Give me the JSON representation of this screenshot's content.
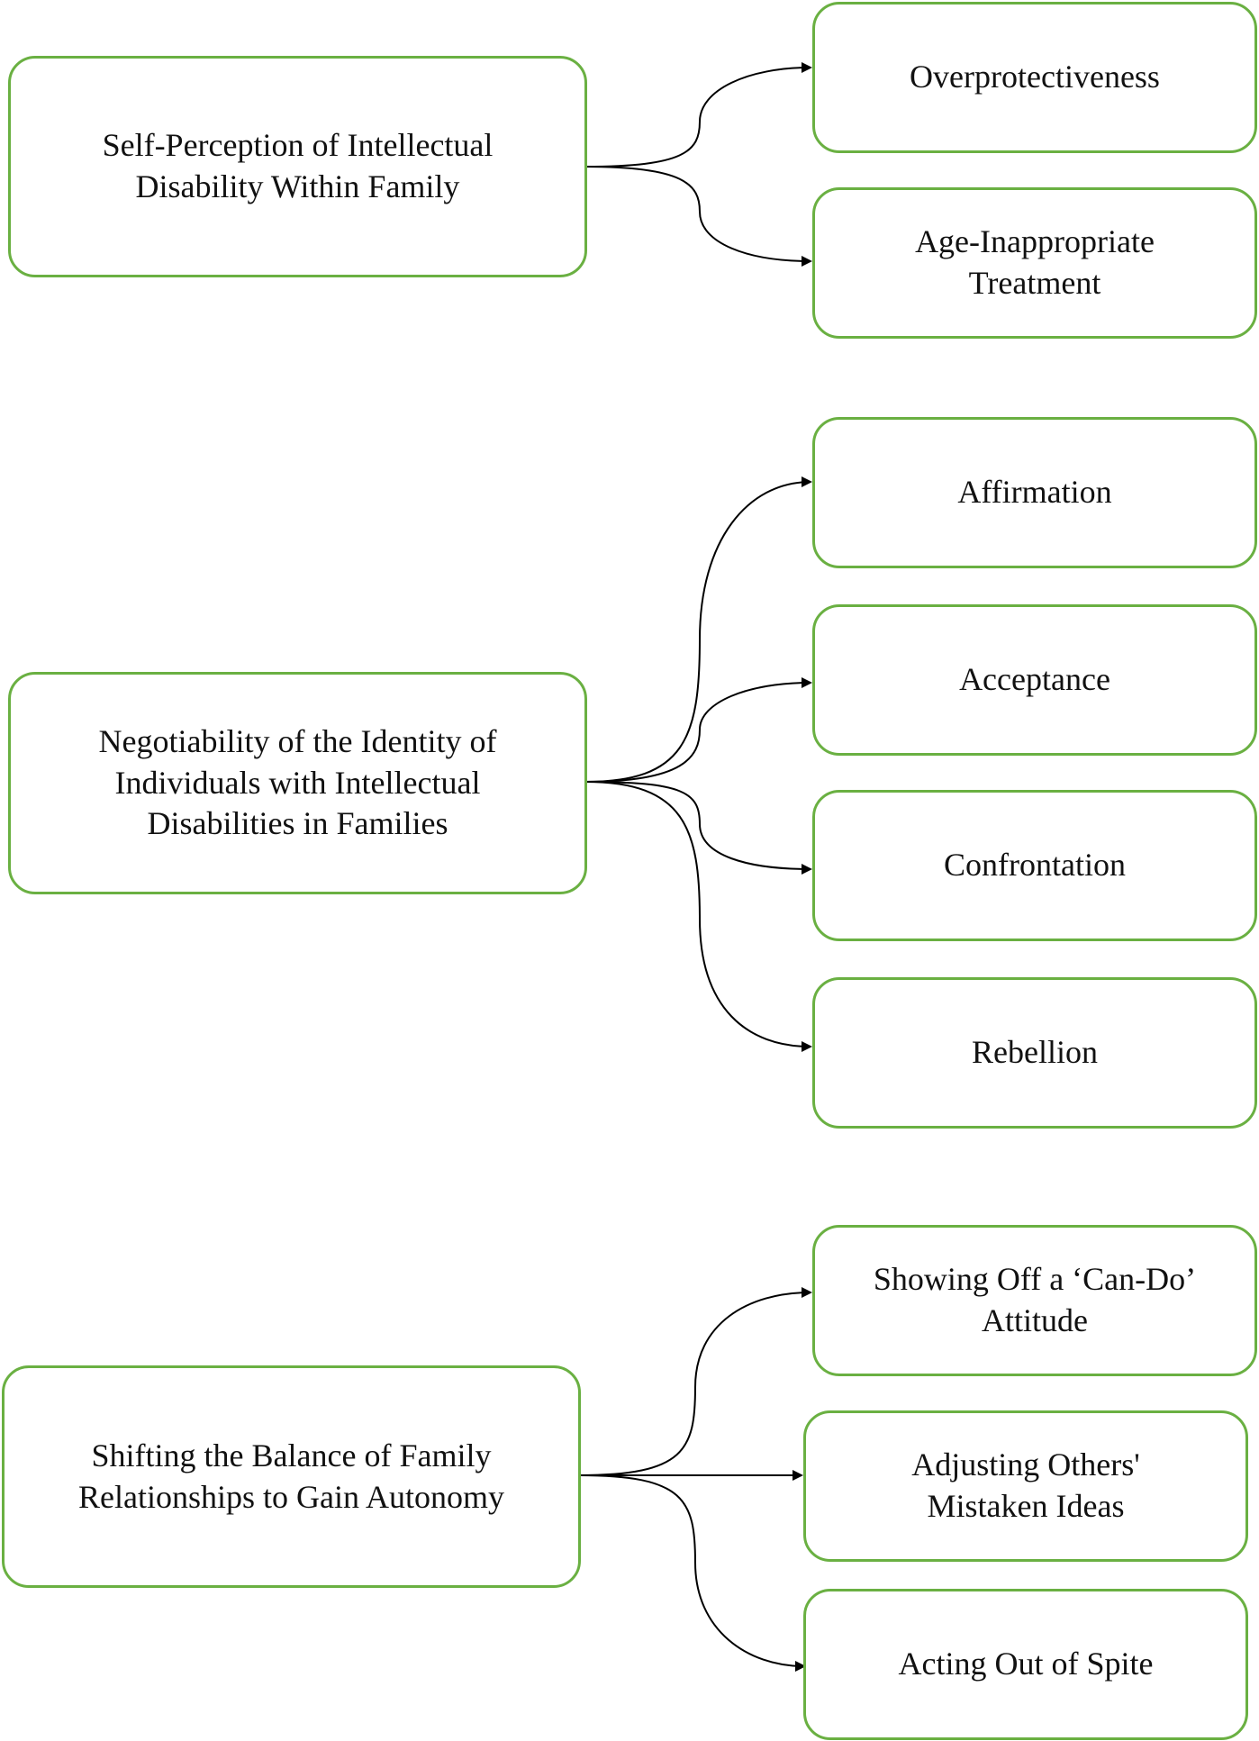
{
  "colors": {
    "box_border": "#6ab042",
    "connector": "#000000",
    "text": "#111111",
    "background": "#ffffff"
  },
  "groups": [
    {
      "theme": [
        "Self-Perception of Intellectual",
        "Disability Within Family"
      ],
      "subthemes": [
        [
          "Overprotectiveness"
        ],
        [
          "Age-Inappropriate",
          "Treatment"
        ]
      ]
    },
    {
      "theme": [
        "Negotiability of the Identity of",
        "Individuals with Intellectual",
        "Disabilities in Families"
      ],
      "subthemes": [
        [
          "Affirmation"
        ],
        [
          "Acceptance"
        ],
        [
          "Confrontation"
        ],
        [
          "Rebellion"
        ]
      ]
    },
    {
      "theme": [
        "Shifting the Balance of Family",
        "Relationships to Gain Autonomy"
      ],
      "subthemes": [
        [
          "Showing Off a ‘Can-Do’",
          "Attitude"
        ],
        [
          "Adjusting Others'",
          "Mistaken Ideas"
        ],
        [
          "Acting Out of Spite"
        ]
      ]
    }
  ]
}
